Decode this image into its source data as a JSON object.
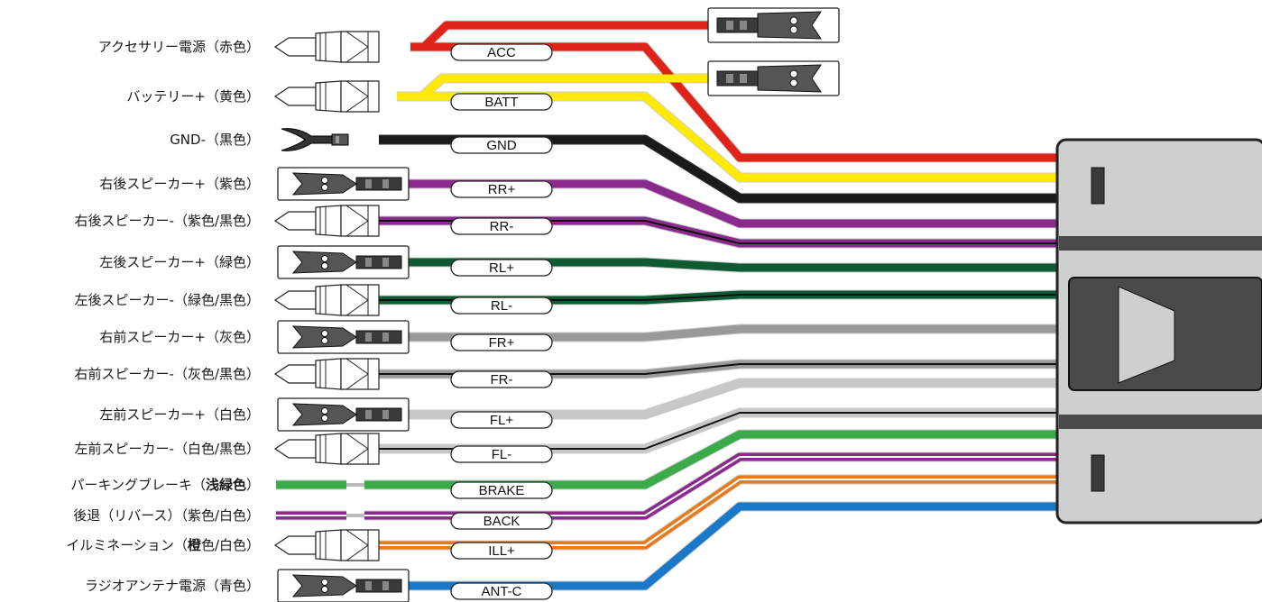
{
  "wires": [
    {
      "label": [
        "アクセサリー電源（赤色）"
      ],
      "tag": "ACC",
      "color": "#e02319",
      "stripe": null,
      "terminal": "spade-female"
    },
    {
      "label": [
        "バッテリー+（黄色）"
      ],
      "tag": "BATT",
      "color": "#ffea00",
      "stripe": null,
      "terminal": "spade-female"
    },
    {
      "label": [
        "GND-（黒色）"
      ],
      "tag": "GND",
      "color": "#1a1a1a",
      "stripe": null,
      "terminal": "ring-fork"
    },
    {
      "label": [
        "右後スピーカー+（紫色）"
      ],
      "tag": "RR+",
      "color": "#8a2a8c",
      "stripe": null,
      "terminal": "bullet-male"
    },
    {
      "label": [
        "右後スピーカー-（紫色/黒色）"
      ],
      "tag": "RR-",
      "color": "#8a2a8c",
      "stripe": "#111111",
      "terminal": "spade-female"
    },
    {
      "label": [
        "左後スピーカー+（緑色）"
      ],
      "tag": "RL+",
      "color": "#0f5a32",
      "stripe": null,
      "terminal": "bullet-male"
    },
    {
      "label": [
        "左後スピーカー-（緑色/黒色）"
      ],
      "tag": "RL-",
      "color": "#0f5a32",
      "stripe": "#111111",
      "terminal": "spade-female"
    },
    {
      "label": [
        "右前スピーカー+（灰色）"
      ],
      "tag": "FR+",
      "color": "#999999",
      "stripe": null,
      "terminal": "bullet-male"
    },
    {
      "label": [
        "右前スピーカー-（灰色/黒色）"
      ],
      "tag": "FR-",
      "color": "#9a9a9a",
      "stripe": "#111111",
      "terminal": "spade-female"
    },
    {
      "label": [
        "左前スピーカー+（白色）"
      ],
      "tag": "FL+",
      "color": "#c8c8c8",
      "stripe": null,
      "terminal": "bullet-male"
    },
    {
      "label": [
        "左前スピーカー-（白色/黒色）"
      ],
      "tag": "FL-",
      "color": "#c8c8c8",
      "stripe": "#111111",
      "terminal": "spade-female"
    },
    {
      "label": [
        "パーキングブレーキ（",
        "浅緑色",
        "）"
      ],
      "tag": "BRAKE",
      "color": "#3aaa4a",
      "stripe": null,
      "terminal": "cut"
    },
    {
      "label": [
        "後退（リバース）（紫色/白色）"
      ],
      "tag": "BACK",
      "color": "#8a2a8c",
      "stripe": "#ffffff",
      "terminal": "cut"
    },
    {
      "label": [
        "イルミネーション（",
        "橙",
        "色/白色）"
      ],
      "tag": "ILL+",
      "color": "#e87a1a",
      "stripe": "#ffffff",
      "terminal": "spade-female"
    },
    {
      "label": [
        "ラジオアンテナ電源（青色）"
      ],
      "tag": "ANT-C",
      "color": "#1a78c8",
      "stripe": null,
      "terminal": "bullet-male"
    }
  ],
  "colors": {
    "connector_body": "#cfcfcf",
    "connector_dark": "#3a3a3a",
    "outline": "#222222"
  }
}
